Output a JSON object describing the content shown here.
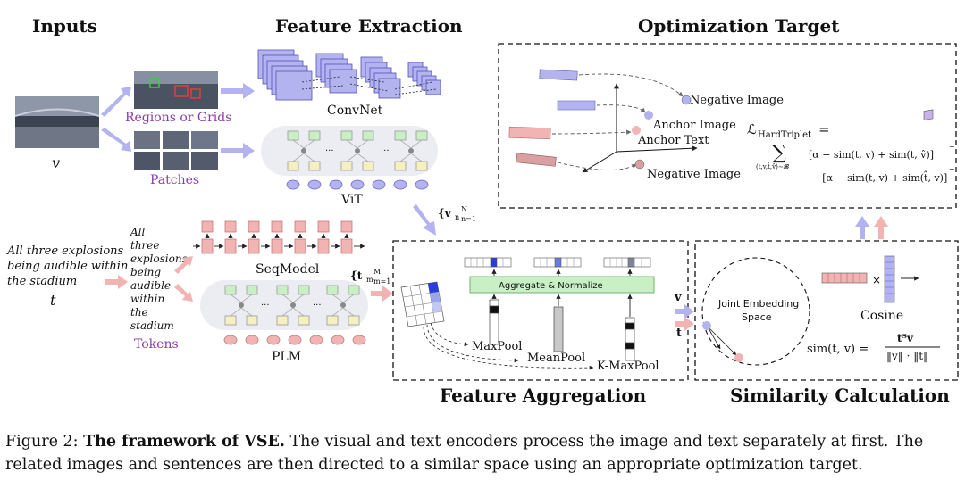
{
  "headings": {
    "inputs": "Inputs",
    "feature_extraction": "Feature Extraction",
    "optimization_target": "Optimization Target",
    "feature_aggregation": "Feature Aggregation",
    "similarity_calculation": "Similarity Calculation"
  },
  "inputs": {
    "regions_or_grids": "Regions or Grids",
    "patches": "Patches",
    "image_symbol": "v",
    "text_symbol": "t",
    "sentence_lines": [
      "All three explosions",
      "being audible within",
      "the stadium"
    ],
    "token_lines": [
      "All",
      "three",
      "explosions",
      "being",
      "audible",
      "within",
      "the",
      "stadium"
    ],
    "tokens_label": "Tokens"
  },
  "extraction": {
    "convnet": "ConvNet",
    "vit": "ViT",
    "seqmodel": "SeqModel",
    "plm": "PLM",
    "dots": "···",
    "v_set": "{v",
    "v_sub": "n",
    "v_sup_upper": "N",
    "v_sup_lower": "n=1",
    "t_set": "{t",
    "t_sub": "m",
    "t_sup_upper": "M",
    "t_sup_lower": "m=1"
  },
  "aggregation": {
    "aggregate_normalize": "Aggregate & Normalize",
    "maxpool": "MaxPool",
    "meanpool": "MeanPool",
    "kmaxpool": "K-MaxPool",
    "out_v": "v",
    "out_t": "t"
  },
  "optimization": {
    "negative_image_top": "Negative Image",
    "anchor_image": "Anchor Image",
    "anchor_text": "Anchor Text",
    "negative_image_bottom": "Negative Image",
    "loss_name": "ℒ",
    "loss_sub": "HardTriplet",
    "equals": "=",
    "sum": "∑",
    "sum_sub": "(t,v,t̂,v̂)∼𝓑",
    "term1": "[α − sim(t, v) + sim(t, v̂)]",
    "term2": "+[α − sim(t, v) + sim(t̂, v)]",
    "plus_sup": "+"
  },
  "similarity": {
    "joint_embedding_line1": "Joint Embedding",
    "joint_embedding_line2": "Space",
    "times": "×",
    "cosine": "Cosine",
    "sim_lhs": "sim(t, v) =",
    "sim_num": "tᵀv",
    "sim_den": "‖v‖ · ‖t‖"
  },
  "caption": {
    "prefix": "Figure 2: ",
    "bold": "The framework of VSE.",
    "rest": " The visual and text encoders process the image and text separately at first. The related images and sentences are then directed to a similar space using an appropriate optimization target."
  },
  "colors": {
    "lavender": "#b3b3f0",
    "pink": "#f2b3b3",
    "green": "#c9f0c4",
    "yellow": "#f5f0c0",
    "blue_cell": "#2a3fd8",
    "gray_panel": "#ececf3"
  }
}
